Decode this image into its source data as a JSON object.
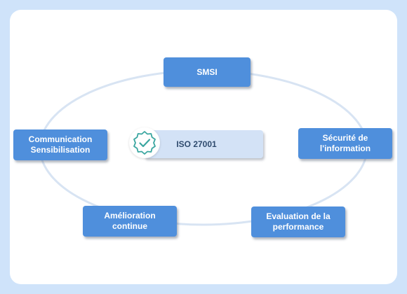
{
  "diagram": {
    "center": {
      "label": "ISO 27001",
      "icon": "verified-badge-icon"
    },
    "nodes": {
      "smsi": "SMSI",
      "securite": "Sécurité de\nl'information",
      "evaluation": "Evaluation de la\nperformance",
      "amelioration": "Amélioration\ncontinue",
      "communication": "Communication\nSensibilisation"
    },
    "colors": {
      "background": "#cfe3fa",
      "node_fill": "#4f8fdc",
      "center_fill": "#d3e2f6",
      "ring_stroke": "#d8e4f3",
      "badge_icon": "#3aa6a0"
    }
  }
}
